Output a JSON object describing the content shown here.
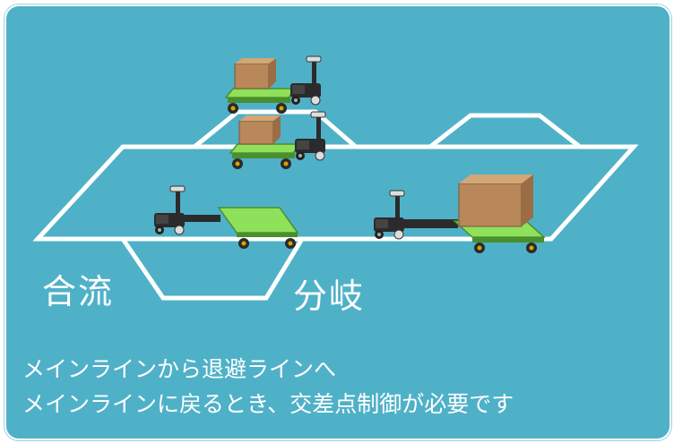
{
  "labels": {
    "merge": "合流",
    "branch": "分岐"
  },
  "captions": {
    "line1": "メインラインから退避ラインへ",
    "line2": "メインラインに戻るとき、交差点制御が必要です"
  },
  "colors": {
    "background": "#4fb1c8",
    "track_lines": "#ffffff",
    "cart_deck": "#8fe05a",
    "cart_frame": "#4a8f2e",
    "cargo_box": "#b8875a",
    "tug_body": "#2b2b2b"
  },
  "icons": [
    "agv-tug-icon",
    "cargo-cart-icon",
    "cardboard-box-icon"
  ]
}
